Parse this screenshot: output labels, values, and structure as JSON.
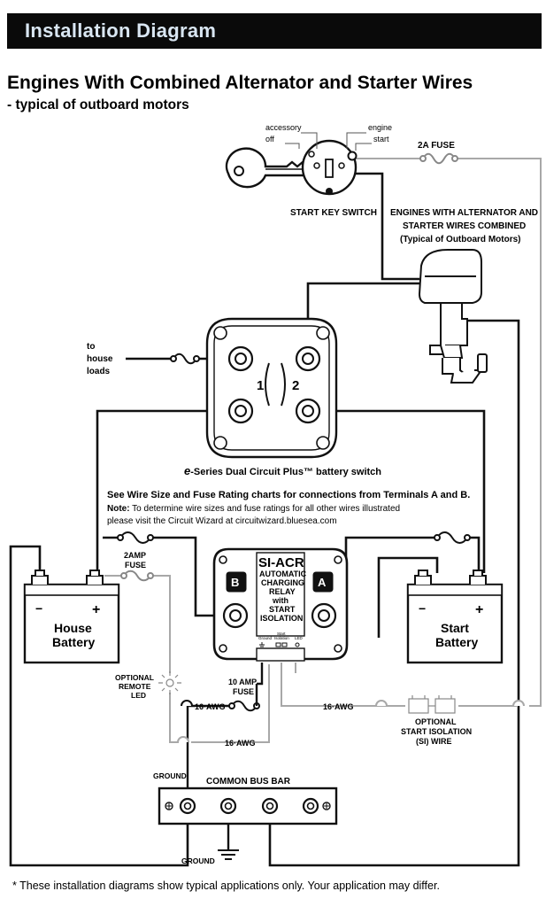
{
  "header": {
    "banner_title": "Installation Diagram",
    "title": "Engines With Combined Alternator and Starter Wires",
    "subtitle": "- typical of outboard motors"
  },
  "key_switch": {
    "label": "START KEY SWITCH",
    "positions": {
      "accessory": "accessory",
      "off": "off",
      "engine": "engine",
      "start": "start"
    }
  },
  "fuse_2a": "2A FUSE",
  "engine_label": {
    "line1": "ENGINES WITH ALTERNATOR AND",
    "line2": "STARTER WIRES COMBINED",
    "line3": "(Typical of Outboard Motors)"
  },
  "house_loads": {
    "line1": "to",
    "line2": "house",
    "line3": "loads"
  },
  "battery_switch": {
    "terminal_1": "1",
    "terminal_2": "2",
    "caption_prefix": "e",
    "caption": "-Series Dual Circuit Plus™ battery switch"
  },
  "notes": {
    "line1": "See Wire Size and Fuse Rating charts for connections from Terminals A and B.",
    "note_label": "Note:",
    "line2": "To determine wire sizes and fuse ratings for all other wires illustrated",
    "line3": "please visit the Circuit Wizard at circuitwizard.bluesea.com"
  },
  "house_battery": {
    "line1": "House",
    "line2": "Battery",
    "minus": "−",
    "plus": "+"
  },
  "start_battery": {
    "line1": "Start",
    "line2": "Battery",
    "minus": "−",
    "plus": "+"
  },
  "fuse_2amp": {
    "line1": "2AMP",
    "line2": "FUSE"
  },
  "relay": {
    "title": "SI-ACR",
    "line1": "AUTOMATIC",
    "line2": "CHARGING",
    "line3": "RELAY",
    "line4": "with",
    "line5": "START",
    "line6": "ISOLATION",
    "terminal_b": "B",
    "terminal_a": "A",
    "pin_ground": "Ground",
    "pin_start_isolation_1": "Start",
    "pin_start_isolation_2": "Isolation",
    "pin_led": "LED"
  },
  "remote_led": {
    "line1": "OPTIONAL",
    "line2": "REMOTE",
    "line3": "LED"
  },
  "fuse_10amp": {
    "line1": "10 AMP",
    "line2": "FUSE"
  },
  "wire_gauges": {
    "left": "16·AWG",
    "middle": "16·AWG",
    "bottom": "16·AWG"
  },
  "si_wire": {
    "line1": "OPTIONAL",
    "line2": "START ISOLATION",
    "line3": "(SI) WIRE"
  },
  "bus_bar": {
    "label": "COMMON BUS BAR",
    "ground_top": "GROUND",
    "ground_bottom": "GROUND"
  },
  "footnote": "* These installation diagrams show typical applications only. Your application may differ."
}
